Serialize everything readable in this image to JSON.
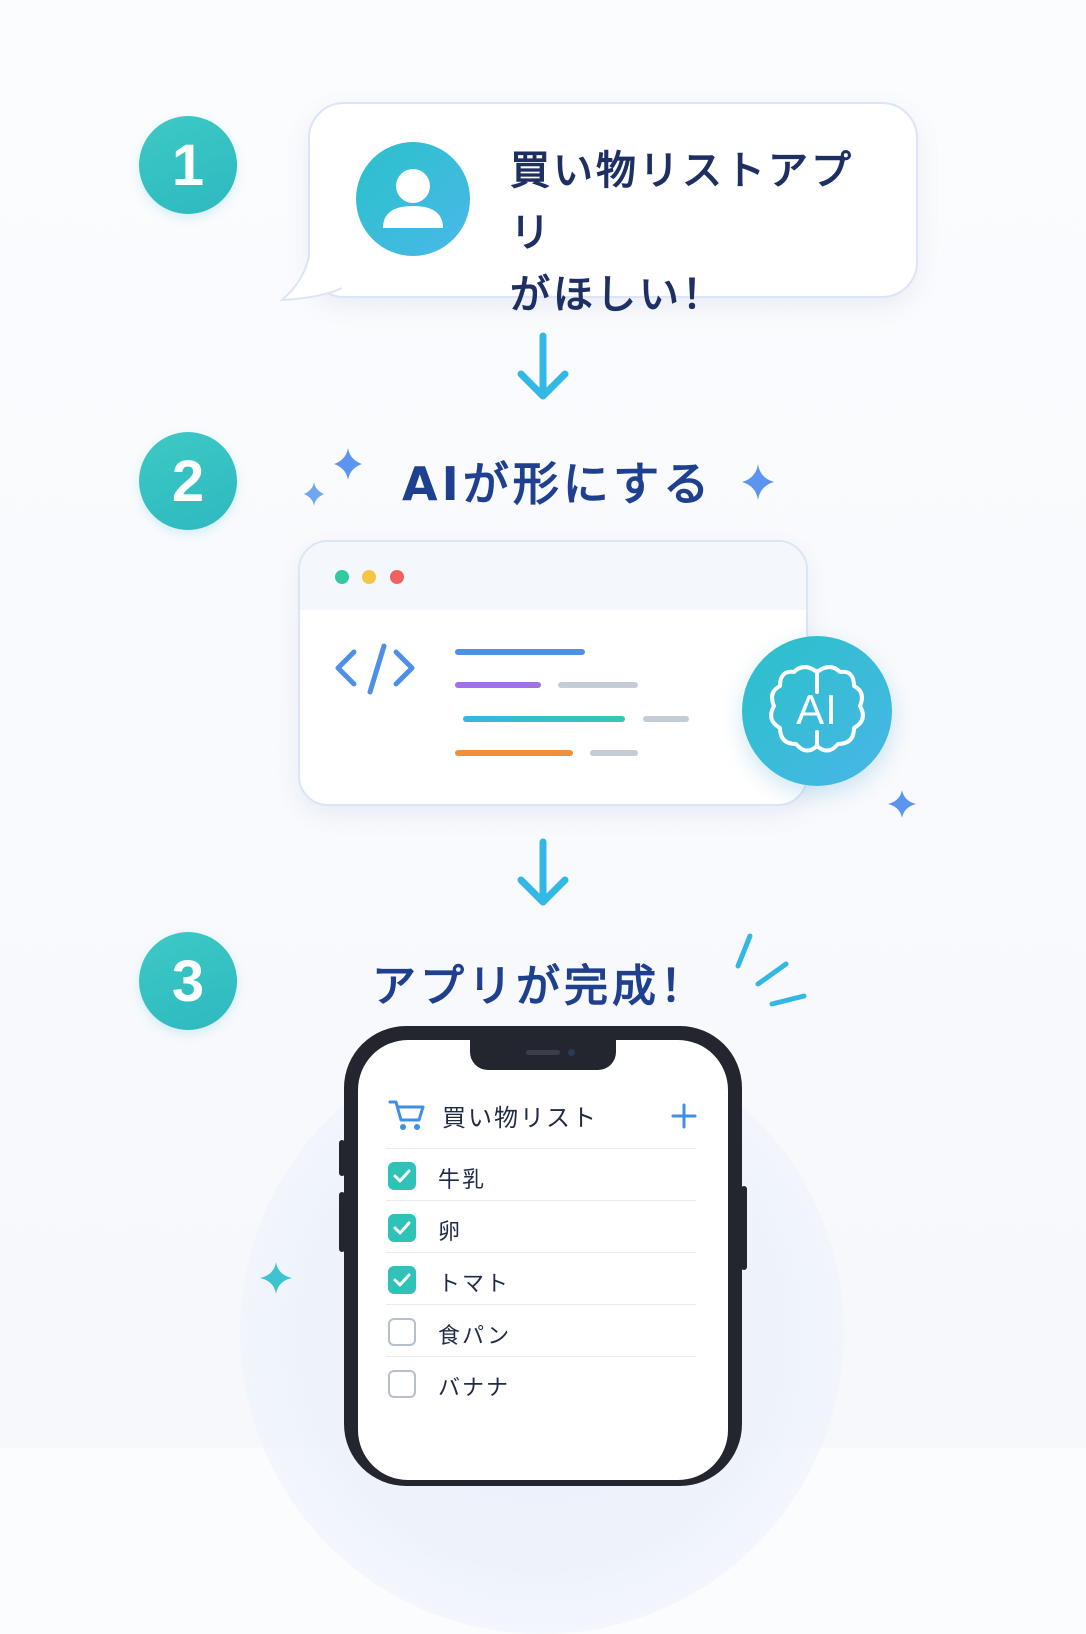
{
  "steps": [
    {
      "number": "1",
      "line1": "買い物リストアプリ",
      "line2": "がほしい！"
    },
    {
      "number": "2",
      "heading": "AIが形にする"
    },
    {
      "number": "3",
      "heading": "アプリが完成！"
    }
  ],
  "ai_badge": {
    "label": "AI"
  },
  "app": {
    "title": "買い物リスト",
    "items": [
      {
        "label": "牛乳",
        "checked": true
      },
      {
        "label": "卵",
        "checked": true
      },
      {
        "label": "トマト",
        "checked": true
      },
      {
        "label": "食パン",
        "checked": false
      },
      {
        "label": "バナナ",
        "checked": false
      }
    ]
  },
  "colors": {
    "teal": "#2db9c0",
    "navy": "#1f3f8f",
    "arrow": "#33b8e6",
    "sparkle": "#5b95ef",
    "check": "#2ec3b6",
    "dot_green": "#32c9a0",
    "dot_yellow": "#f5c542",
    "dot_red": "#f0625e"
  }
}
